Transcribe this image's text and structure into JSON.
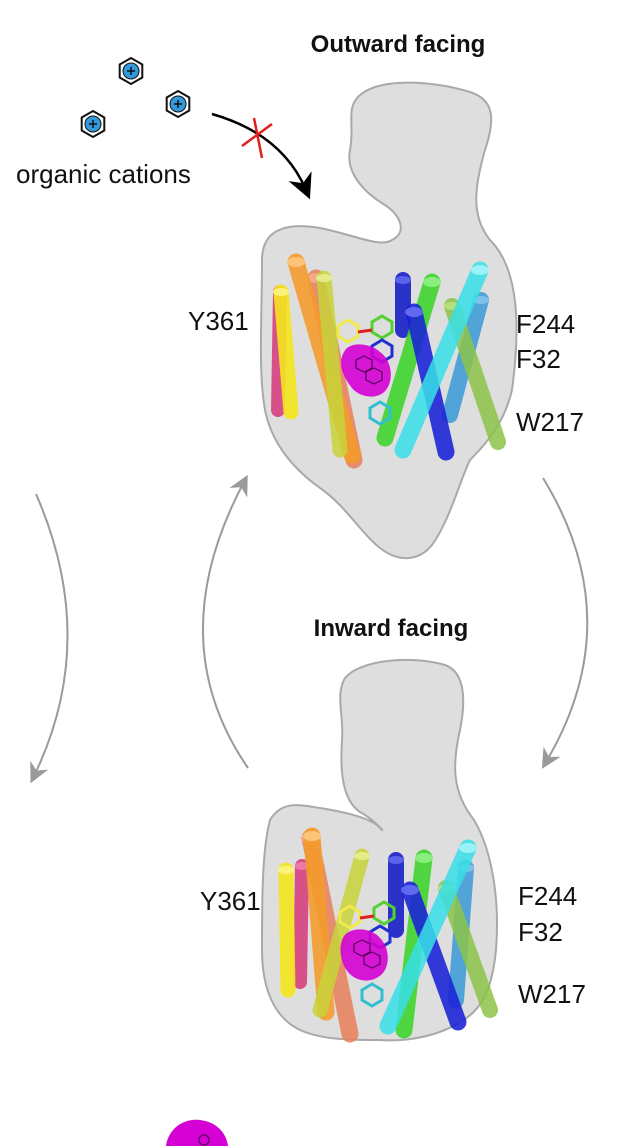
{
  "titles": {
    "outward": "Outward facing",
    "inward": "Inward facing"
  },
  "cations_label": "organic cations",
  "residues": {
    "left": "Y361",
    "right": [
      "F244",
      "F32",
      "W217"
    ]
  },
  "colors": {
    "membrane_shape": "#dedede",
    "membrane_outline": "#a9a9a9",
    "cycle_arrow": "#9a9a9a",
    "blocked_arrow": "#000000",
    "block_mark": "#e0201b",
    "cation_fill": "#3399dd",
    "ligand": "#d400d4"
  },
  "icons": [
    "cation-hexagon-icon",
    "curved-arrow-icon",
    "block-cross-icon",
    "helix-cylinder-icon",
    "ligand-blob-icon"
  ]
}
